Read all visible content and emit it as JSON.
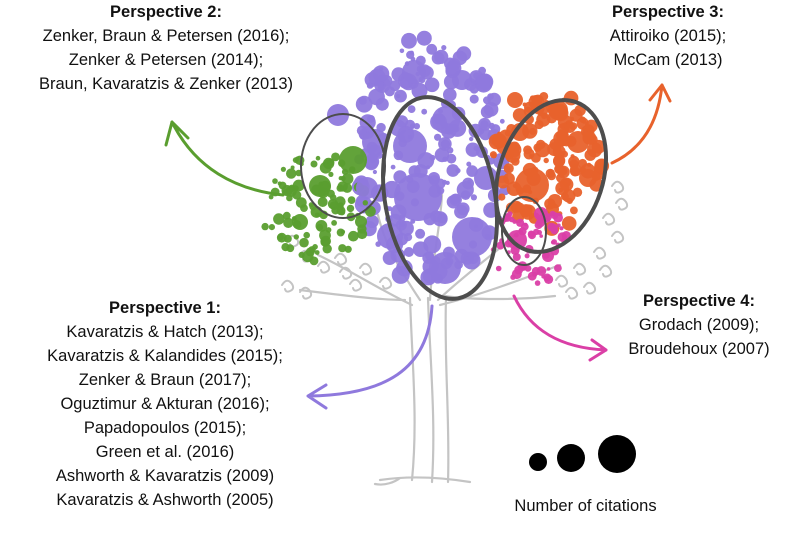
{
  "colors": {
    "purple": "#8f79dd",
    "orange": "#e8622c",
    "green": "#5a9e2f",
    "pink": "#da3fa6",
    "ellipse": "#4d4d4d",
    "tree": "#c4c4c4",
    "legend_dots": "#000000",
    "arrow_green": "#5a9e2f",
    "arrow_orange": "#e8622c",
    "arrow_purple": "#8f79dd",
    "arrow_pink": "#da3fa6"
  },
  "perspectives": [
    {
      "id": "p2",
      "title": "Perspective 2:",
      "refs": [
        "Zenker, Braun & Petersen (2016);",
        "Zenker & Petersen (2014);",
        "Braun, Kavaratzis & Zenker (2013)"
      ],
      "color": "green"
    },
    {
      "id": "p3",
      "title": "Perspective 3:",
      "refs": [
        "Attiroiko (2015);",
        "McCam (2013)"
      ],
      "color": "orange"
    },
    {
      "id": "p1",
      "title": "Perspective 1:",
      "refs": [
        "Kavaratzis & Hatch (2013);",
        "Kavaratzis & Kalandides (2015);",
        "Zenker & Braun (2017);",
        "Oguztimur & Akturan (2016);",
        "Papadopoulos (2015);",
        "Green et al. (2016)",
        "Ashworth & Kavaratzis  (2009)",
        "Kavaratzis & Ashworth (2005)"
      ],
      "color": "purple"
    },
    {
      "id": "p4",
      "title": "Perspective 4:",
      "refs": [
        "Grodach (2009);",
        "Broudehoux (2007)"
      ],
      "color": "pink"
    }
  ],
  "legend": {
    "label": "Number of citations",
    "sizes": [
      "small",
      "medium",
      "large"
    ]
  }
}
